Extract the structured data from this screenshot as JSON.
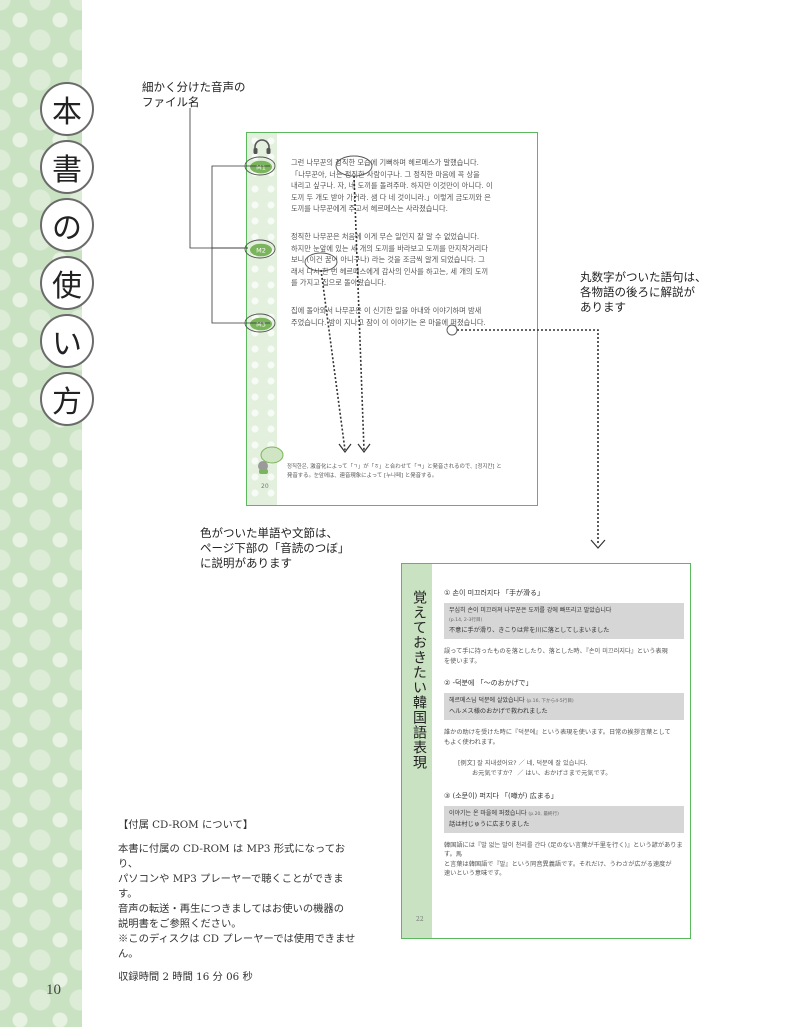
{
  "page": {
    "title_chars": [
      "本",
      "書",
      "の",
      "使",
      "い",
      "方"
    ],
    "page_number": "10"
  },
  "annotations": {
    "audio_label": [
      "細かく分けた音声の",
      "ファイル名"
    ],
    "circled_terms": [
      "丸数字がついた語句は、",
      "各物語の後ろに解説が",
      "あります"
    ],
    "colored_words": [
      "色がついた単語や文節は、",
      "ページ下部の「音読のつぼ」",
      "に説明があります"
    ]
  },
  "example_story_page": {
    "badges": [
      "M1",
      "M2",
      "M3"
    ],
    "paragraphs": [
      [
        "그런 나무꾼의 정직한 모습에 기뻐하며 헤르메스가 말했습니다.",
        "「나무꾼아, 너는 정직한 사람이구나. 그 정직한 마음에 꼭 상을",
        "내리고 싶구나. 자, 네 도끼를 돌려주마. 하지만 이것만이 아니다. 이",
        "도끼 두 개도 받아 가거라. 샘 다 네 것이니라.」이렇게 금도끼와 은",
        "도끼를 나무꾼에게 주고서 헤르메스는 사라졌습니다."
      ],
      [
        "정직한 나무꾼은 처음에 이게 무슨 일인지 잘 알 수 없었습니다.",
        "하지만 눈앞에 있는 세 개의 도끼를 바라보고 도끼를 만지작거리다",
        "보니 (이건 꿈이 아니구나) 라는 것을 조금씩 알게 되었습니다. 그",
        "래서 다시 한 번 헤르메스에게 감사의 인사를 하고는, 세 개의 도끼",
        "를 가지고 집으로 돌아왔습니다."
      ],
      [
        "집에 돌아와서 나무꾼은 이 신기한 일을 아내와 이야기하며 밤새",
        "주었습니다. 밤이 지나고 잠이 이 이야기는 온 마을에 퍼졌습니다."
      ]
    ],
    "footnote": [
      "정직한은, 激音化によって「ㄱ」が「ㅎ」と合わせて「ㅋ」と発音されるので、[정지칸] と",
      "発音する。눈앞에は、連音現象によって [누나페] と発音する。"
    ],
    "page_number": "20"
  },
  "example_commentary_page": {
    "vertical_title": "覚えておきたい韓国語表現",
    "entries": [
      {
        "heading": "① 손이 미끄러지다 「手が滑る」",
        "kr": "무심히 손이 미끄러져 나무꾼은 도끼를 강에 빠뜨리고 말았습니다",
        "ref": "(p.14, 2-3行目)",
        "jp": "不意に手が滑り、きこりは斧を川に落としてしまいました",
        "expl": [
          "誤って手に持ったものを落としたり、落とした時、『손이 미끄러지다』という表現",
          "を使います。"
        ],
        "example": []
      },
      {
        "heading": "② -덕분에 「～のおかげで」",
        "kr": "헤르메스님 덕분에 살았습니다",
        "ref": "(p.16, 下から4-5行目)",
        "jp": "ヘルメス様のおかげで救われました",
        "expl": [
          "誰かの助けを受けた時に『덕분에』という表現を使います。日常の挨拶言葉として",
          "もよく使われます。"
        ],
        "example": [
          "[例文] 잘 지내셨어요? ／ 네, 덕분에 잘 있습니다.",
          "お元気ですか？ ／ はい、おかげさまで元気です。"
        ]
      },
      {
        "heading": "③ (소문이) 퍼지다 「(噂が) 広まる」",
        "kr": "이야기는 온 마을에 퍼졌습니다",
        "ref": "(p.20, 最終行)",
        "jp": "話は村じゅうに広まりました",
        "expl": [
          "韓国語には『발 없는 말이 천리를 간다 (足のない言葉が千里を行く)』という諺があります。馬",
          "と言葉は韓国語で『말』という同音異義語です。それだけ、うわさが広がる速度が",
          "速いという意味です。"
        ],
        "example": []
      }
    ],
    "page_number": "22"
  },
  "cd_info": {
    "title": "【付属 CD-ROM について】",
    "lines": [
      "本書に付属の CD-ROM は MP3 形式になっており、",
      "パソコンや MP3 プレーヤーで聴くことができます。",
      "音声の転送・再生につきましてはお使いの機器の",
      "説明書をご参照ください。",
      "※このディスクは CD プレーヤーでは使用できません。"
    ],
    "time": "収録時間 2 時間 16 分 06 秒"
  },
  "colors": {
    "band_green": "#c9e2c1",
    "border_green": "#5cb85c",
    "highlight_green": "#4a9a3a",
    "box_grey": "#d6d6d6"
  },
  "icons": {
    "headphone": "headphone-icon",
    "badge": "mp3-badge-icon",
    "tsubo": "reading-tips-icon"
  }
}
